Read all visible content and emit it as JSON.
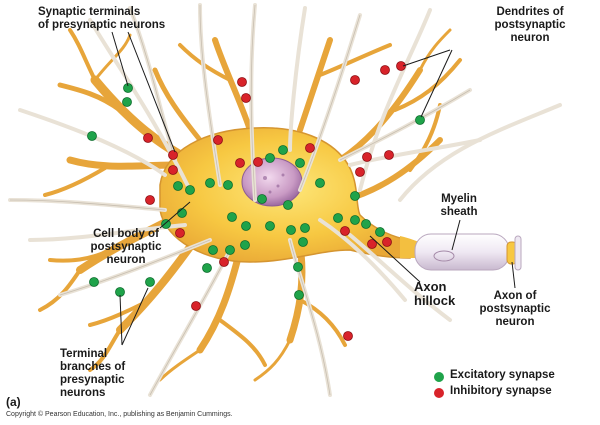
{
  "labels": {
    "synaptic_terminals": [
      "Synaptic terminals",
      "of presynaptic neurons"
    ],
    "dendrites": [
      "Dendrites of",
      "postsynaptic",
      "neuron"
    ],
    "myelin": [
      "Myelin",
      "sheath"
    ],
    "cell_body": [
      "Cell body of",
      "postsynaptic",
      "neuron"
    ],
    "axon_hillock": [
      "Axon",
      "hillock"
    ],
    "axon": [
      "Axon of",
      "postsynaptic",
      "neuron"
    ],
    "terminal_branches": [
      "Terminal",
      "branches of",
      "presynaptic",
      "neurons"
    ]
  },
  "legend": {
    "excitatory": "Excitatory synapse",
    "inhibitory": "Inhibitory synapse"
  },
  "panel_label": "(a)",
  "copyright": "Copyright © Pearson Education, Inc., publishing as Benjamin Cummings.",
  "colors": {
    "excitatory": "#1fa34a",
    "inhibitory": "#d8232a",
    "cell_body": "#f7c842",
    "dendrite": "#e7a53a",
    "axon_fiber": "#e9e2d6",
    "nucleus": "#c99ac4",
    "myelin": "#efe8f3"
  }
}
